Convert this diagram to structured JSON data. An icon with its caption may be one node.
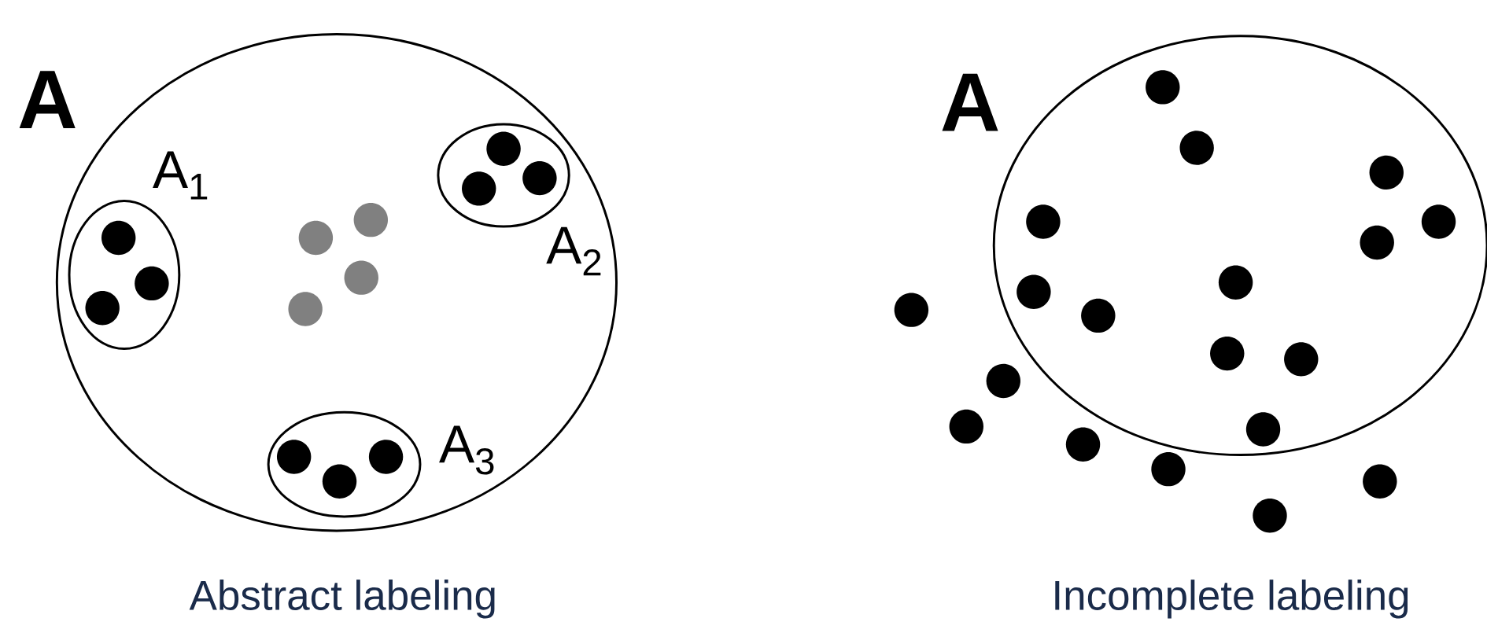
{
  "diagram": {
    "nodes": [
      {
        "text": [
          "A"
        ]
      },
      {
        "text": [
          "A$_{1}$"
        ],
        "in": 0
      },
      {
        "text": [
          "A$_{2}$"
        ],
        "in": 0
      },
      {
        "text": [
          "A$_{3}$"
        ],
        "in": 0
      },
      {
        "text": [
          "A"
        ]
      }
    ],
    "labels": [
      "Abstract labeling",
      "Incomplete labeling"
    ]
  }
}
